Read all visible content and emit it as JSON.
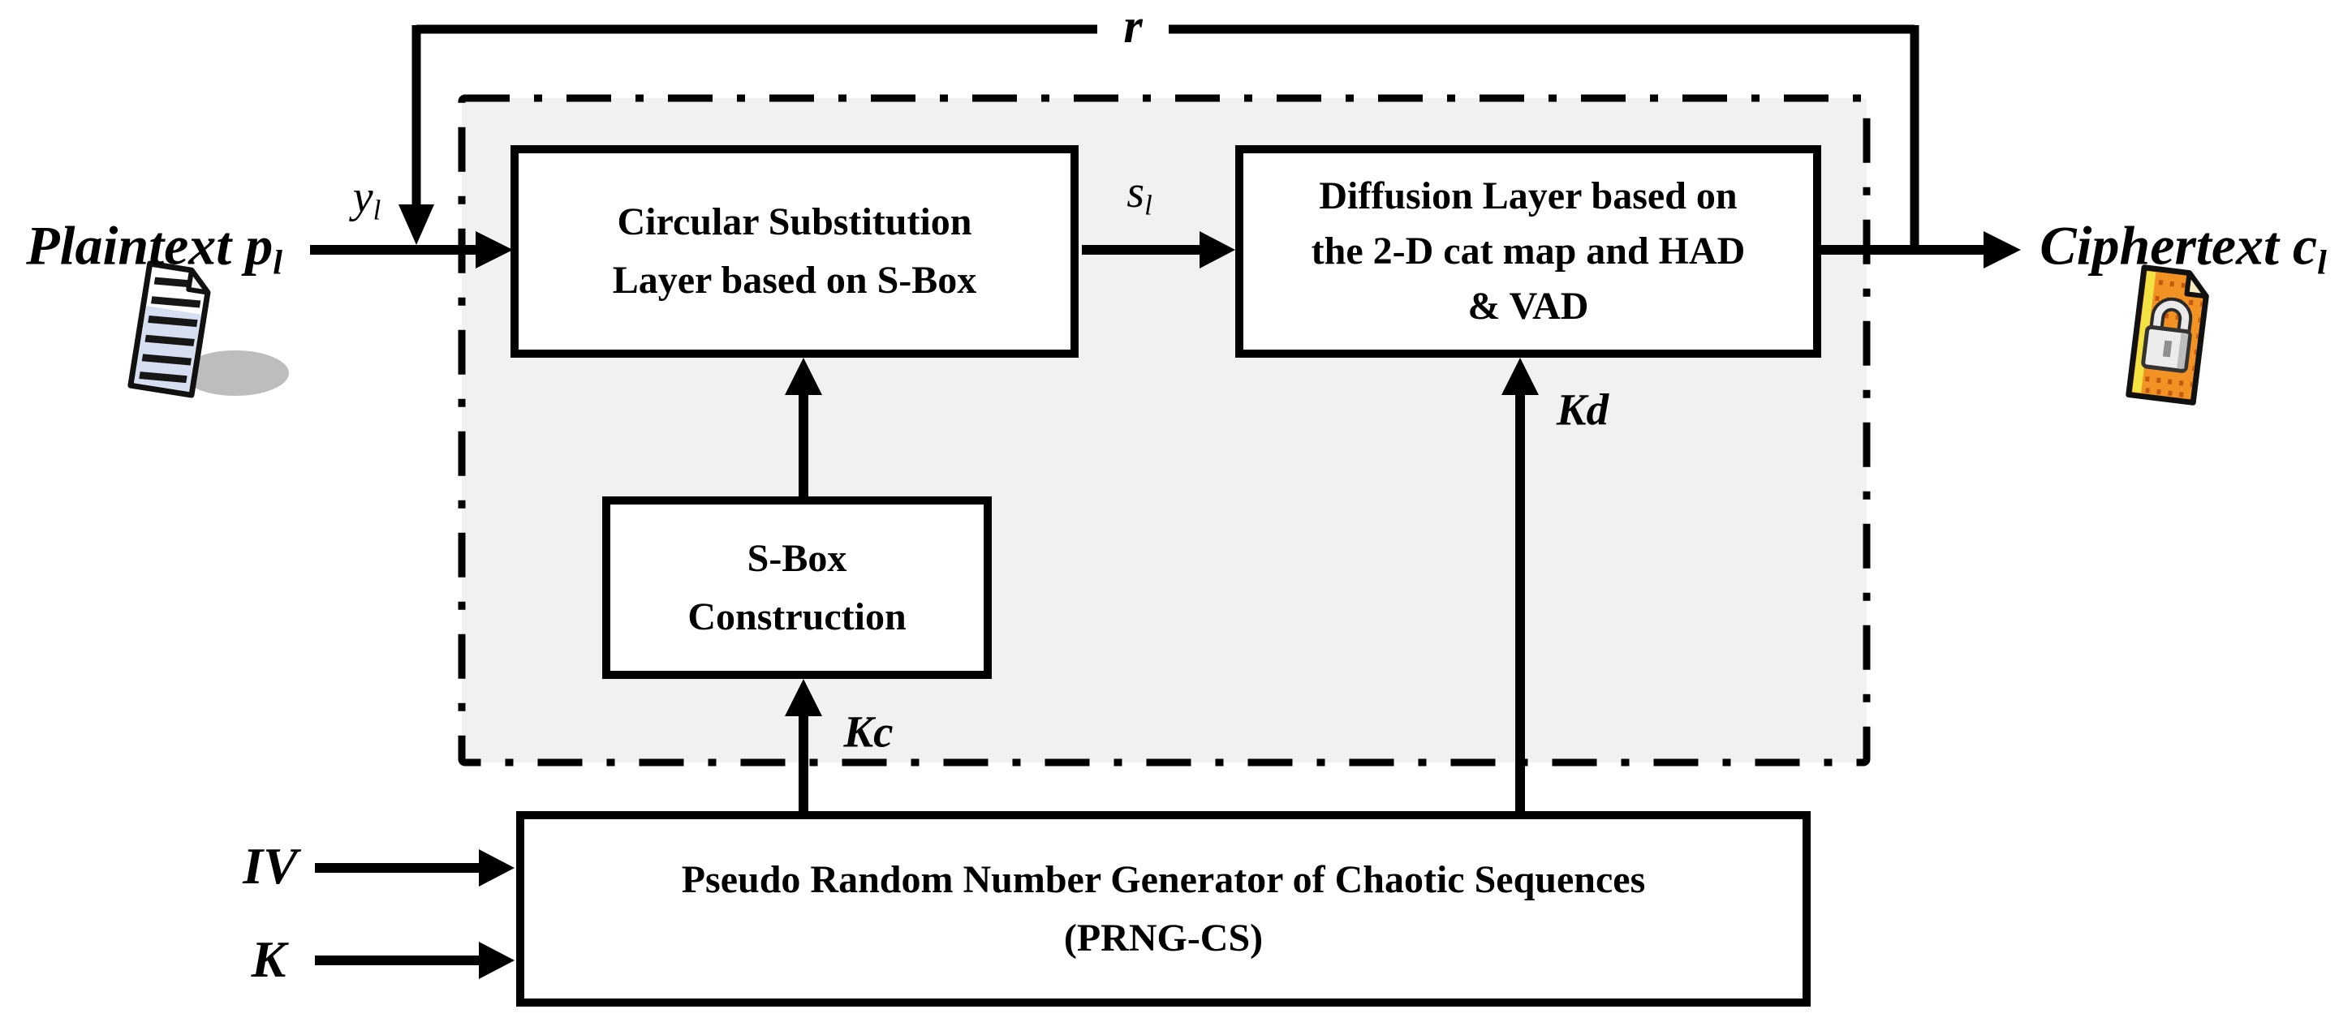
{
  "labels": {
    "feedback": "r",
    "plaintext": {
      "text": "Plaintext p",
      "sub": "l"
    },
    "ciphertext": {
      "text": "Ciphertext c",
      "sub": "l"
    },
    "y": {
      "text": "y",
      "sub": "l"
    },
    "s": {
      "text": "s",
      "sub": "l"
    },
    "kc": "Kc",
    "kd": "Kd",
    "iv": "IV",
    "k": "K"
  },
  "blocks": {
    "substitution": {
      "line1": "Circular Substitution",
      "line2": "Layer based on S-Box"
    },
    "diffusion": {
      "line1": "Diffusion Layer based on",
      "line2": "the 2-D cat map and HAD",
      "line3": "& VAD"
    },
    "sbox": {
      "line1": "S-Box",
      "line2": "Construction"
    },
    "prng": {
      "line1": "Pseudo Random Number Generator of Chaotic Sequences",
      "line2": "(PRNG-CS)"
    }
  },
  "icons": {
    "plaintext_icon": "document-icon",
    "ciphertext_icon": "locked-document-icon"
  },
  "colors": {
    "line": "#000000",
    "region_fill": "#f1f1f1",
    "box_fill": "#ffffff",
    "doc_page_blue": "#d6def2",
    "shadow_gray": "#b2b2b2",
    "lock_orange": "#f29124",
    "lock_dots": "#c3590f",
    "lock_accent_yellow": "#f2e242",
    "padlock_silver": "#ececec"
  }
}
